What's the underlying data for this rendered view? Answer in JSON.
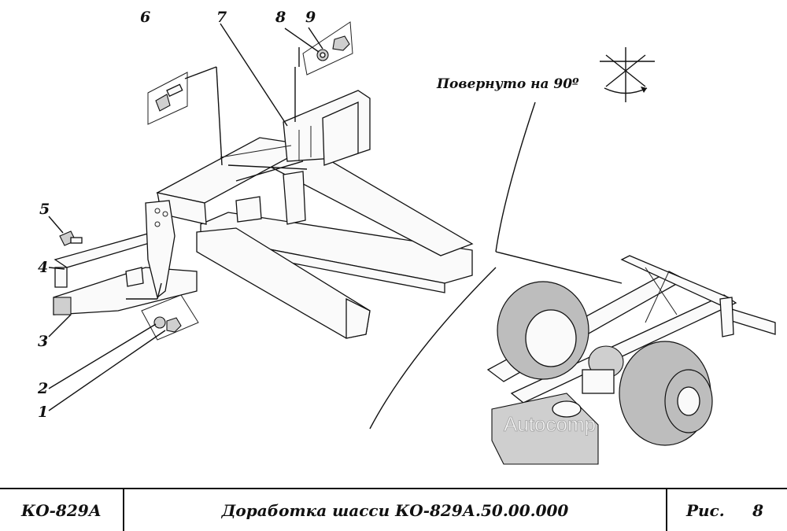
{
  "drawing": {
    "callouts": [
      "1",
      "2",
      "3",
      "4",
      "5",
      "6",
      "7",
      "8",
      "9"
    ],
    "rotation_note": "Повернуто на 90º",
    "watermark": "Autocomp"
  },
  "title_block": {
    "model": "КО-829А",
    "title": "Доработка шасси КО-829А.50.00.000",
    "fig_label": "Рис.",
    "fig_number": "8"
  }
}
